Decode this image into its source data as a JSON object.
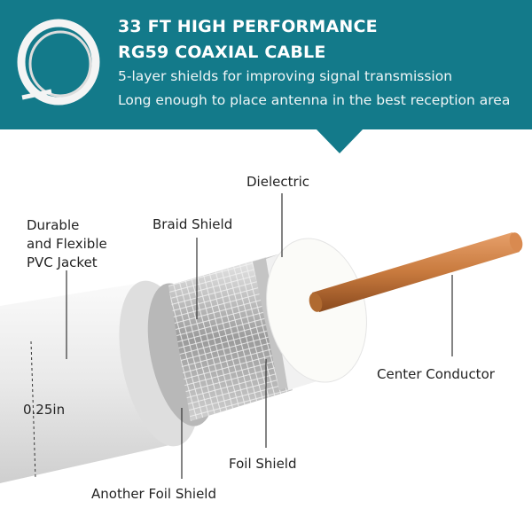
{
  "header": {
    "title_line1": "33 FT HIGH PERFORMANCE",
    "title_line2": "RG59 COAXIAL CABLE",
    "subtitle_line1": "5-layer shields for improving signal transmission",
    "subtitle_line2": "Long enough to place antenna in the best reception area"
  },
  "labels": {
    "dielectric": "Dielectric",
    "braid_shield": "Braid Shield",
    "jacket_line1": "Durable",
    "jacket_line2": "and Flexible",
    "jacket_line3": "PVC Jacket",
    "diameter": "0.25in",
    "center_conductor": "Center Conductor",
    "foil_shield": "Foil Shield",
    "another_foil_shield": "Another Foil Shield"
  },
  "colors": {
    "banner": "#137a8a",
    "copper": "#c87a3e"
  }
}
